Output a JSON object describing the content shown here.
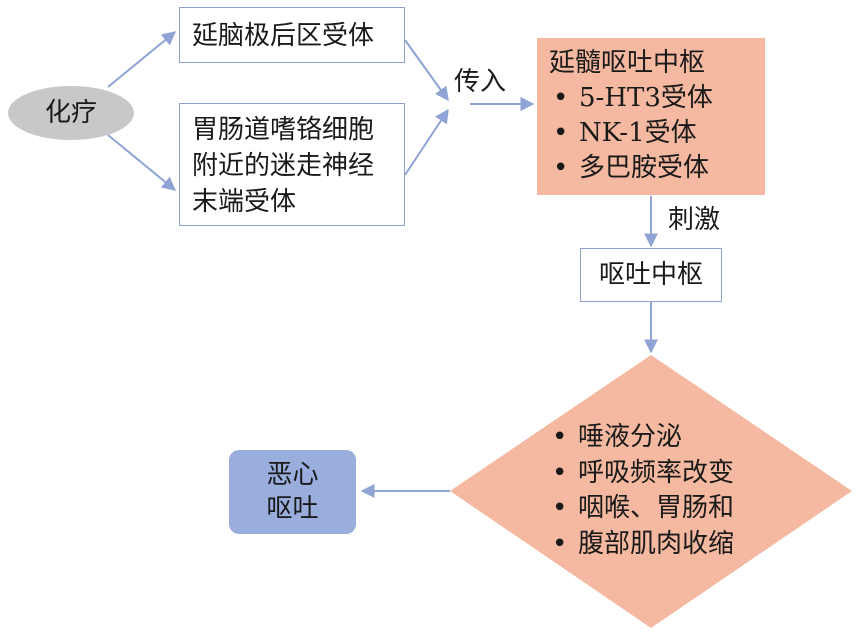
{
  "colors": {
    "arrow": "#8fa3d4",
    "box_border": "#8fa3d4",
    "salmon_fill": "#f4b9a0",
    "ellipse_fill": "#c8c8c8",
    "outcome_fill": "#9aaede"
  },
  "nodes": {
    "chemo": "化疗",
    "postrema": "延脑极后区受体",
    "vagal": [
      "胃肠道嗜铬细胞",
      "附近的迷走神经",
      "末端受体"
    ],
    "center": {
      "title": "延髓呕吐中枢",
      "items": [
        "5-HT3受体",
        "NK-1受体",
        "多巴胺受体"
      ]
    },
    "vomit_center": "呕吐中枢",
    "effects": [
      "唾液分泌",
      "呼吸频率改变",
      "咽喉、胃肠和",
      "腹部肌肉收缩"
    ],
    "outcome": [
      "恶心",
      "呕吐"
    ]
  },
  "edge_labels": {
    "afferent": "传入",
    "stimulate": "刺激"
  }
}
